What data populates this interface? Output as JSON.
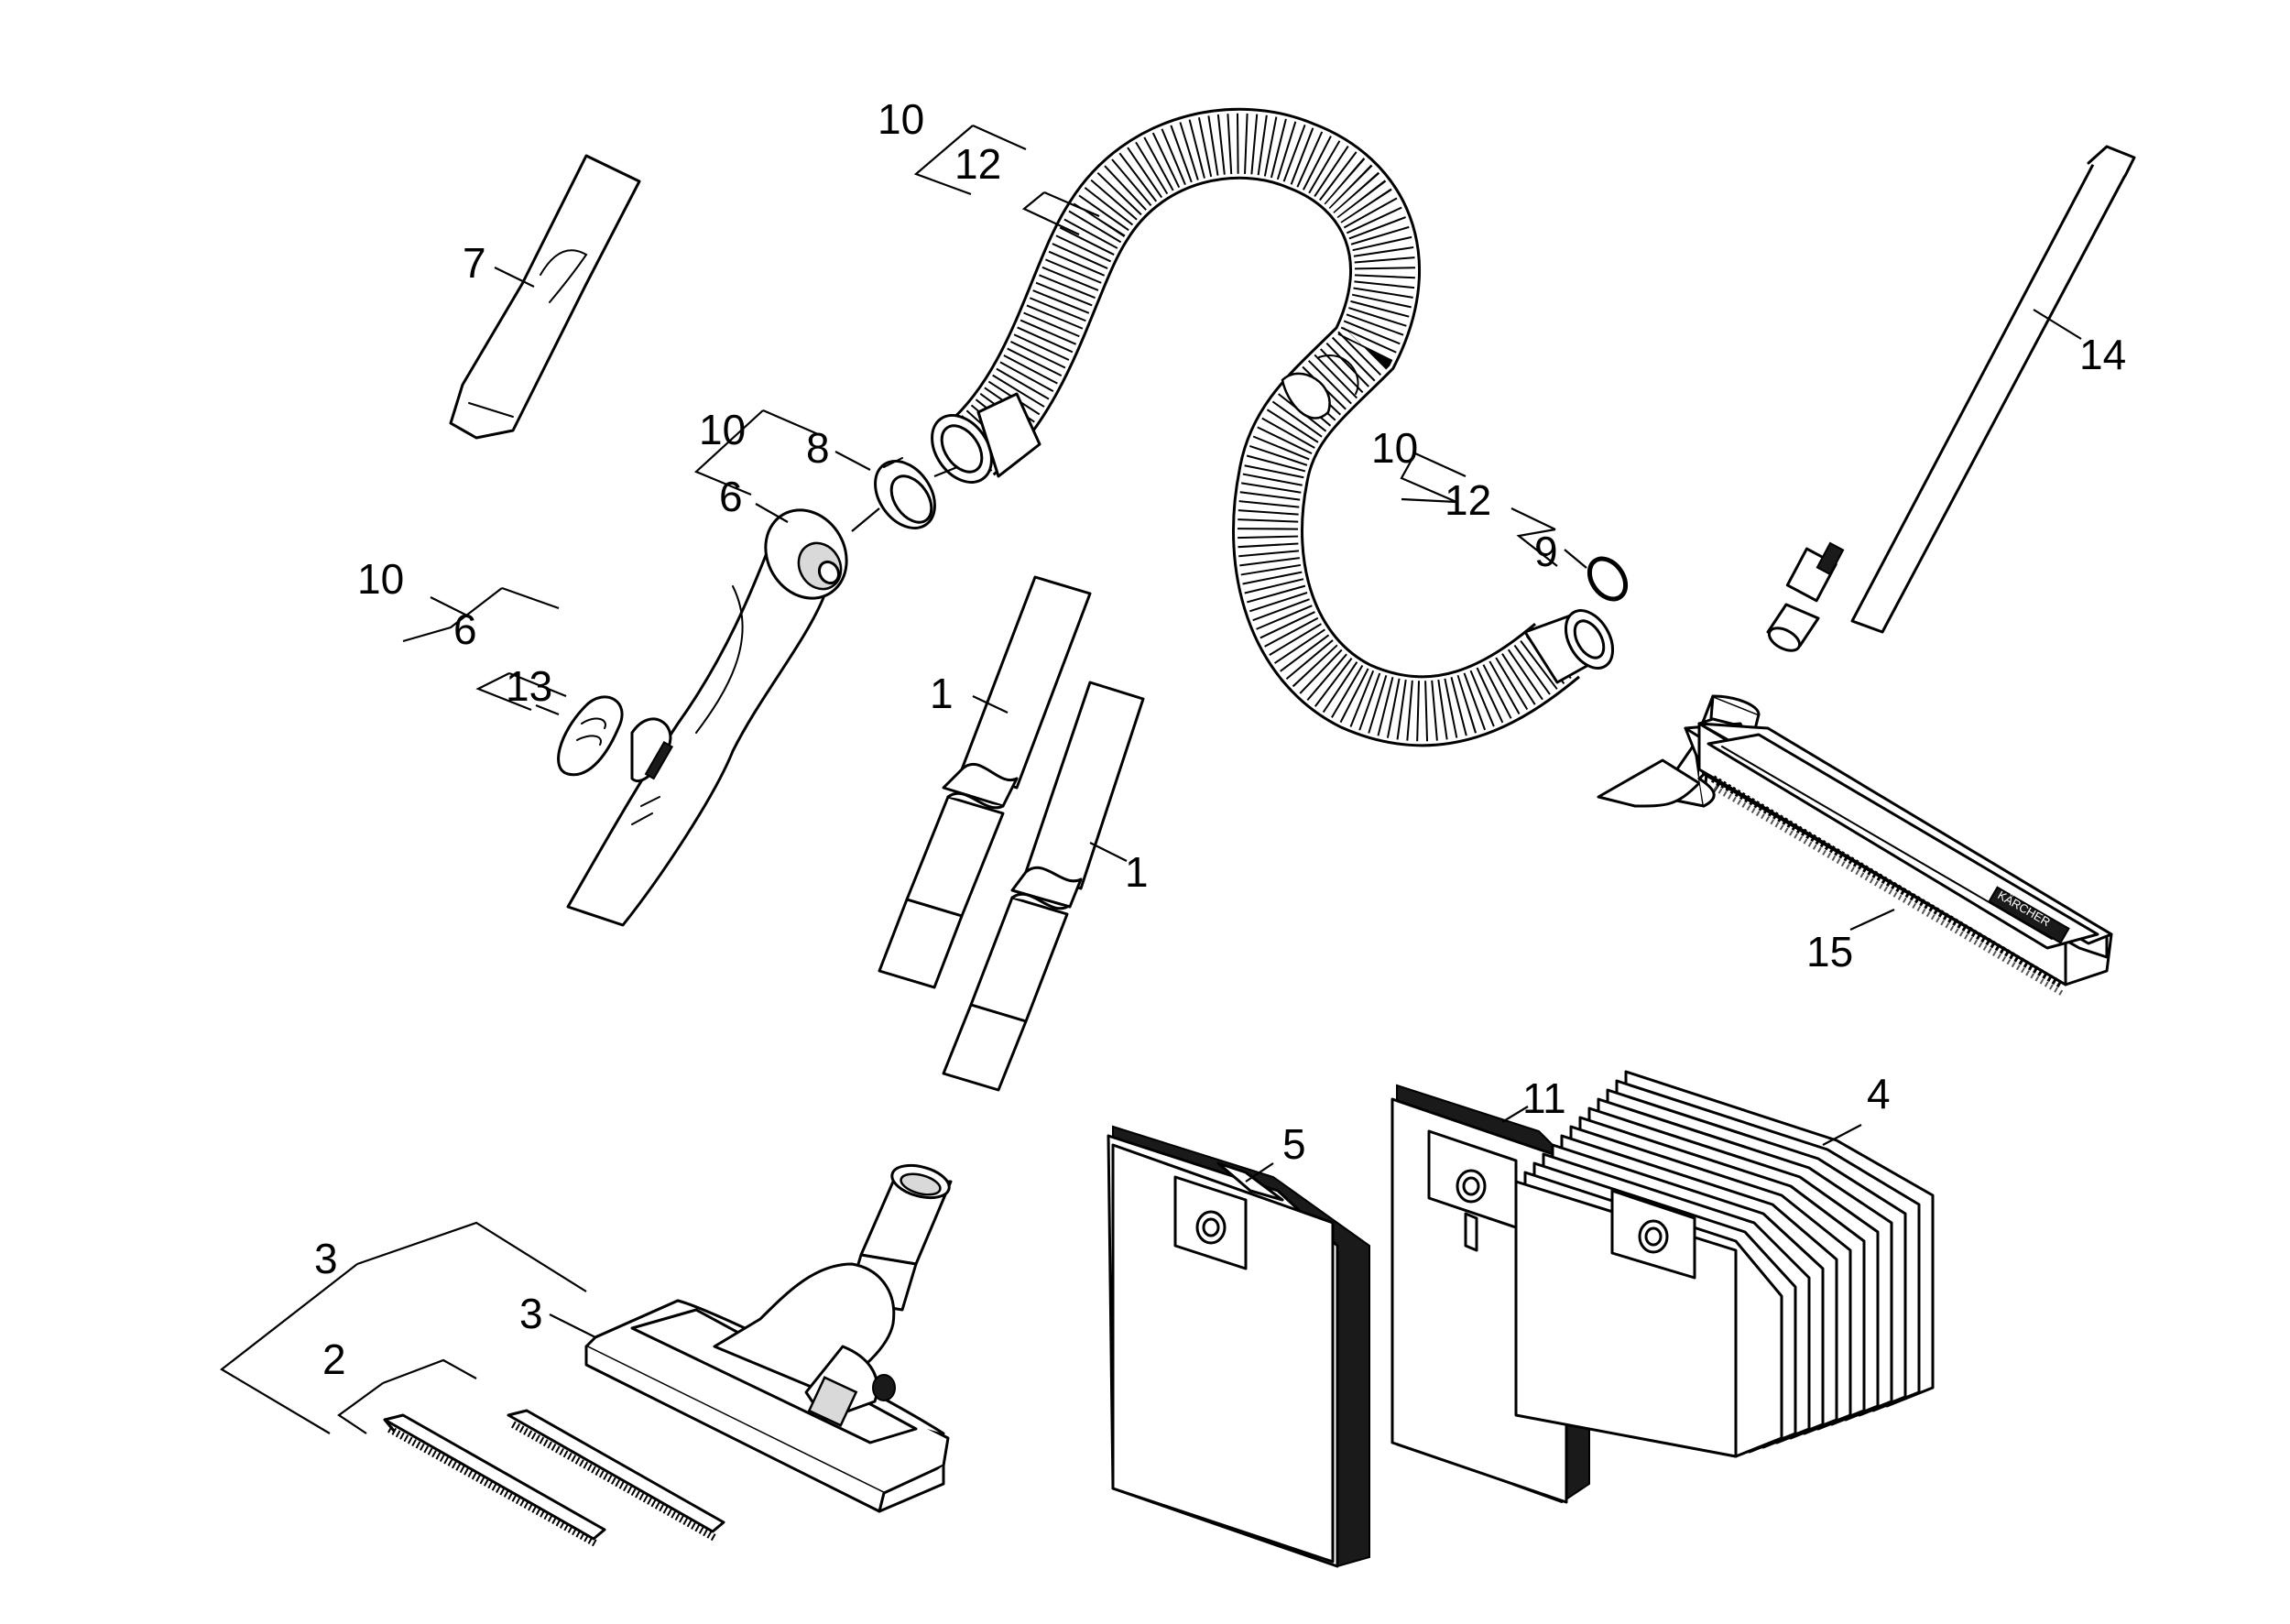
{
  "diagram": {
    "brand_mark": "KÄRCHER",
    "labels": {
      "crevice_tool": "7",
      "pipe_a": "1",
      "pipe_b": "1",
      "hose_top_group": "10",
      "hose_top_item": "12",
      "hose_right_group": "10",
      "hose_right_item": "12",
      "hose_right_seal": "9",
      "handle_group": "10",
      "handle_ring": "8",
      "handle_item": "6",
      "valve_group": "10",
      "valve_parent": "6",
      "valve_item": "13",
      "telescopic_tube": "14",
      "floor_nozzle_wide": "15",
      "nozzle_group": "3",
      "nozzle_item": "3",
      "strips_item": "2",
      "filter_bags_a": "5",
      "filter_bags_b": "11",
      "filter_bags_c": "4"
    }
  }
}
